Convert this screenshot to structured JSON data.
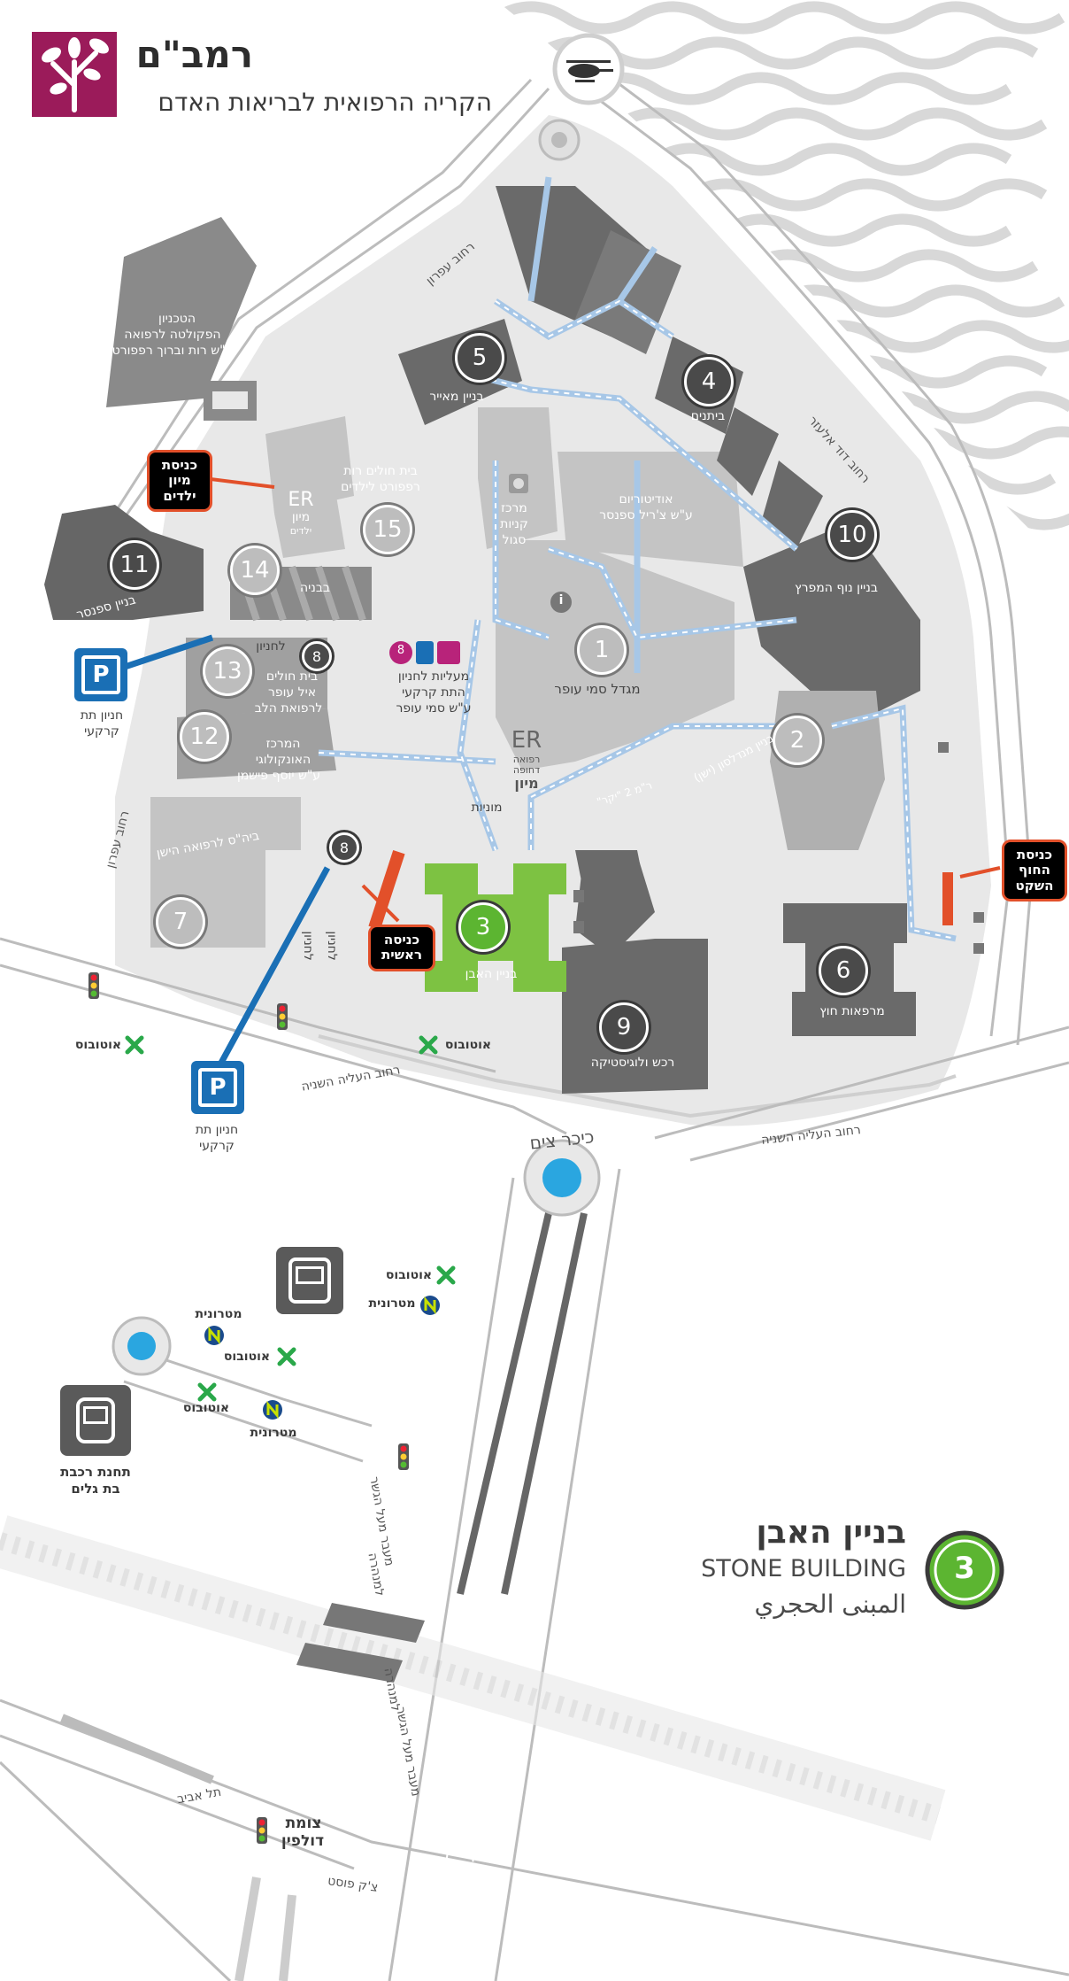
{
  "header": {
    "title": "רמב\"ם",
    "subtitle": "הקריה הרפואית לבריאות האדם"
  },
  "colors": {
    "brand": "#9b1b5a",
    "green": "#7dc242",
    "parking": "#1a6fb5",
    "entrance": "#e2502a",
    "path": "#a7c7e7"
  },
  "buildings": {
    "b1": {
      "num": "1",
      "name": "מגדל סמי עופר"
    },
    "b2": {
      "num": "2",
      "name": "בניין מנדלסון (ישן)"
    },
    "b3": {
      "num": "3",
      "name": "בניין האבן"
    },
    "b4": {
      "num": "4",
      "name": "ביתנים"
    },
    "b5": {
      "num": "5",
      "name": "בניין מאייר"
    },
    "b6": {
      "num": "6",
      "name": "מרפאות חוץ"
    },
    "b7": {
      "num": "7",
      "name": "ביה\"ס לרפואה הישן"
    },
    "b8": {
      "num": "8"
    },
    "b9": {
      "num": "9",
      "name": "רכש ולוגיסטיקה"
    },
    "b10": {
      "num": "10",
      "name": "בניין נוף המפרץ"
    },
    "b11": {
      "num": "11",
      "name": "בניין ספנסר"
    },
    "b12": {
      "num": "12",
      "name_l1": "המרכז",
      "name_l2": "האונקולוגי",
      "name_l3": "ע\"ש יוסף פישמן"
    },
    "b13": {
      "num": "13",
      "name_l1": "בית חולים",
      "name_l2": "איל עופר",
      "name_l3": "לרפואת הלב"
    },
    "b14": {
      "num": "14",
      "name": "בבניה"
    },
    "b15": {
      "num": "15",
      "name_l1": "בית חולים רות",
      "name_l2": "רפפורט לילדים"
    }
  },
  "labels": {
    "technion_l1": "הטכניון",
    "technion_l2": "הפקולטה לרפואה",
    "technion_l3": "ע\"ש רות וברוך רפפורט",
    "auditorium_l1": "אודיטוריום",
    "auditorium_l2": "ע\"ש צ'ריל ספנסר",
    "segal_l1": "מרכז",
    "segal_l2": "קניות",
    "segal_l3": "סגול",
    "er": "ER",
    "er_sub1": "רפואה",
    "er_sub2": "דחופה",
    "er_sub3": "מיון",
    "er_kids_l1": "מיון",
    "er_kids_l2": "ילדים",
    "elevators_l1": "מעליות לחניון",
    "elevators_l2": "התת קרקעי",
    "elevators_l3": "ע\"ש סמי עופר",
    "taxis": "מוניות",
    "kikar": "כיכר צים",
    "parking_upper_l1": "חניון תת",
    "parking_upper_l2": "קרקעי",
    "parking_lower_l1": "חניון תת",
    "parking_lower_l2": "קרקעי",
    "to_parking": "לחניון",
    "to_parking2": "לחניון",
    "to_parking3": "לחניון",
    "train_l1": "תחנת רכבת",
    "train_l2": "בת גלים",
    "dolphin_l1": "צומת",
    "dolphin_l2": "דולפין",
    "tel_aviv": "תל אביב",
    "tzik_post": "צ'ק פוסט",
    "to_haifa1": "למנהרה",
    "to_haifa2": "למנהרה",
    "info": "i",
    "parking_p": "P",
    "eight_pin": "8",
    "ramp": "ר\"מ 2 \"יקר\""
  },
  "entrances": {
    "kids": {
      "l1": "כניסת",
      "l2": "מיון",
      "l3": "ילדים"
    },
    "main": {
      "l1": "כניסה",
      "l2": "ראשית"
    },
    "quiet": {
      "l1": "כניסת",
      "l2": "החוף",
      "l3": "השקט"
    }
  },
  "roads": {
    "efron_top": "רחוב עפרון",
    "efron_left": "רחוב עפרון",
    "david_elazar": "רחוב דוד אלעזר",
    "aliya_left": "רחוב העליה השניה",
    "aliya_right": "רחוב העליה השניה",
    "maavar_upper": "מעבר מעל הגשר",
    "maavar_lower": "מעבר מעל הגשר"
  },
  "transit": {
    "bus1": "אוטובוס",
    "bus2": "אוטובוס",
    "bus3": "אוטובוס",
    "bus4": "אוטובוס",
    "bus5": "אוטובוס",
    "metronit1": "מטרונית",
    "metronit2": "מטרונית",
    "metronit3": "מטרונית"
  },
  "legend": {
    "num": "3",
    "he": "בניין האבן",
    "en": "STONE BUILDING",
    "ar": "المبنى الحجري"
  },
  "icons": [
    "logo-tree-icon",
    "helicopter-icon",
    "roundabout-icon",
    "bus-icon",
    "train-icon",
    "traffic-light-icon",
    "bus-stop-icon",
    "metronit-icon",
    "accessible-icon",
    "elevator-icon",
    "info-icon",
    "parking-icon"
  ]
}
